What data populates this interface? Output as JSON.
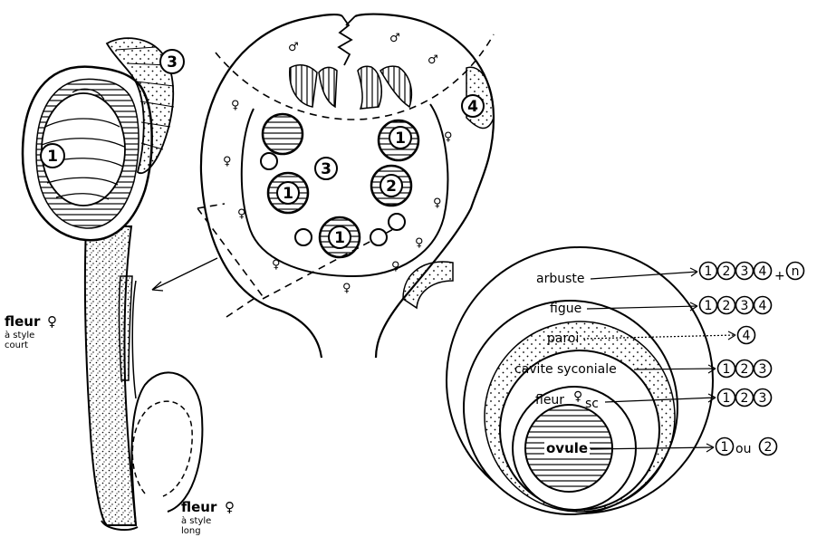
{
  "colors": {
    "ink": "#000000",
    "paper": "#ffffff"
  },
  "left_panel": {
    "markers": [
      "1",
      "3"
    ],
    "flower_short": {
      "word": "fleur",
      "symbol": "♀",
      "line1": "à style",
      "line2": "court"
    },
    "flower_long": {
      "word": "fleur",
      "symbol": "♀",
      "line1": "à style",
      "line2": "long"
    }
  },
  "center_panel": {
    "male_symbol": "♂",
    "female_symbol": "♀",
    "markers": [
      "1",
      "2",
      "1",
      "1",
      "3",
      "4"
    ]
  },
  "right_panel": {
    "layers": [
      {
        "label": "arbuste",
        "codes": [
          "1",
          "2",
          "3",
          "4"
        ],
        "suffix": "+",
        "extra": "n"
      },
      {
        "label": "figue",
        "codes": [
          "1",
          "2",
          "3",
          "4"
        ]
      },
      {
        "label": "paroi",
        "codes": [
          "4"
        ]
      },
      {
        "label": "cavite syconiale",
        "codes": [
          "1",
          "2",
          "3"
        ]
      },
      {
        "label": "fleur",
        "symbol": "♀",
        "sub": "sc",
        "codes": [
          "1",
          "2",
          "3"
        ]
      },
      {
        "label": "ovule",
        "codes": [
          "1",
          "2"
        ],
        "joiner": "ou"
      }
    ]
  }
}
